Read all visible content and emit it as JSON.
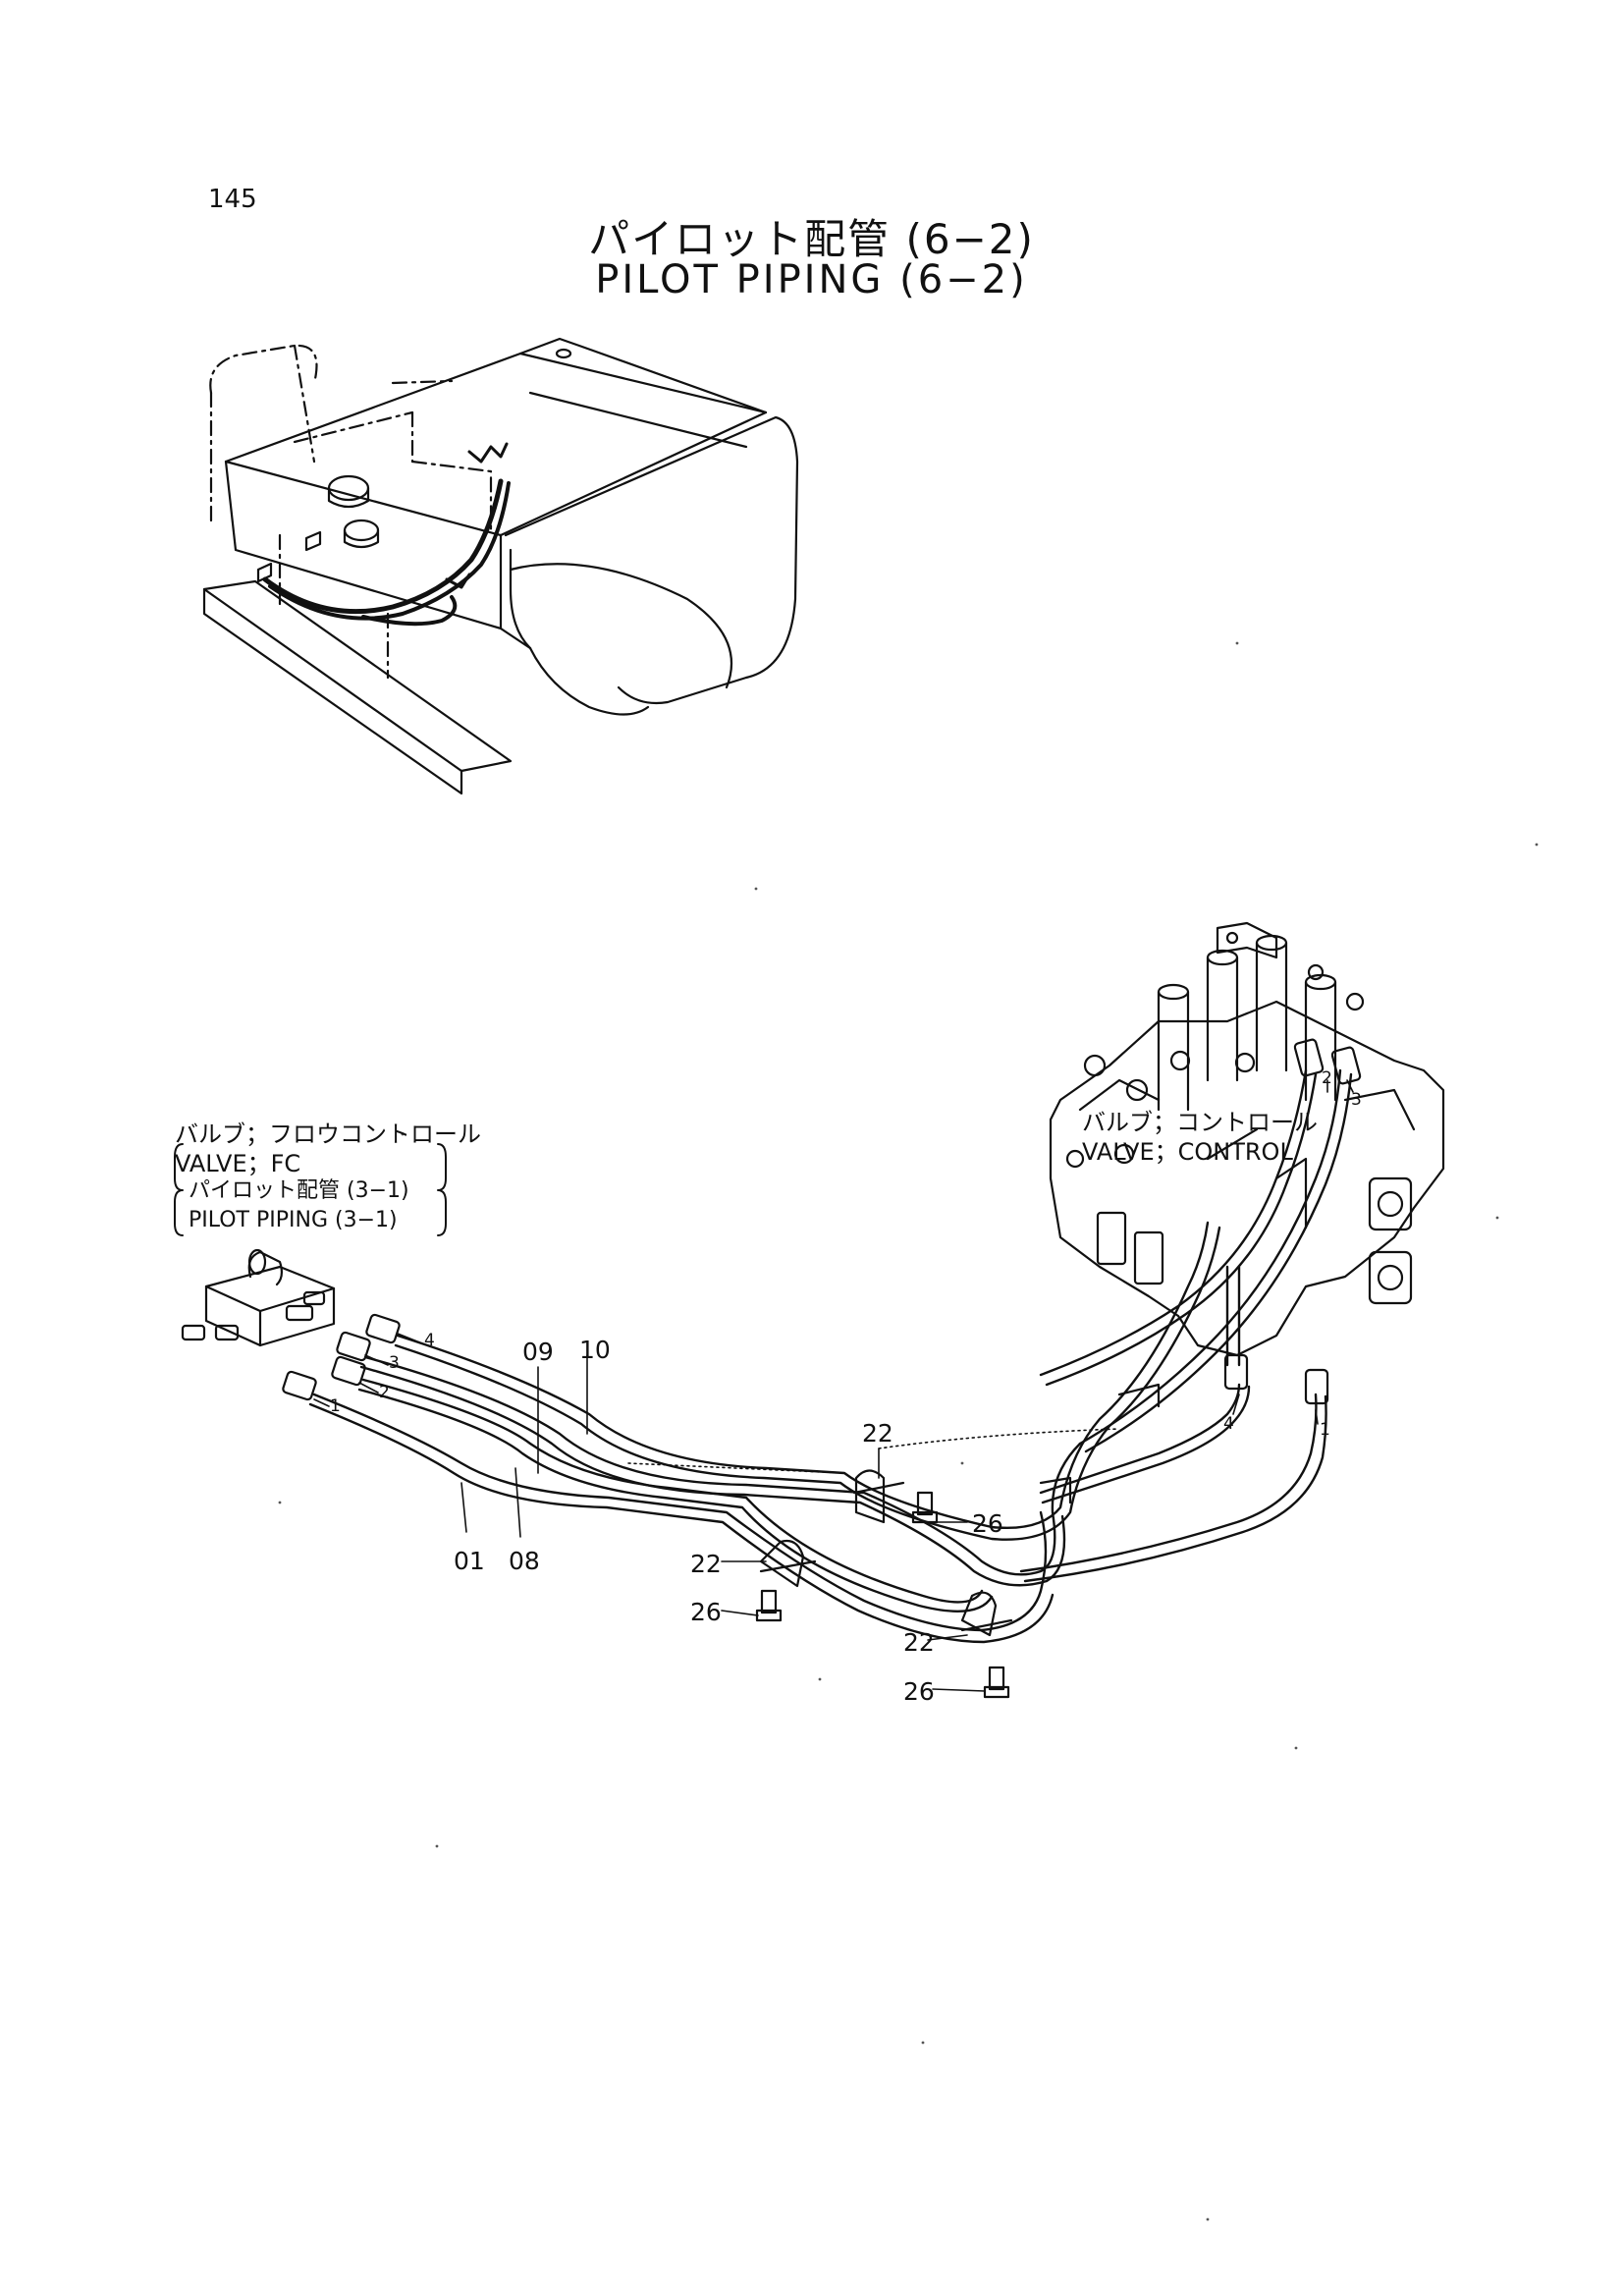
{
  "page": {
    "number": "145",
    "title_jp": "パイロット配管 (6−2)",
    "title_en": "PILOT PIPING (6−2)"
  },
  "labels": {
    "fc_valve_jp": "バルブ；フロウコントロール",
    "fc_valve_en": "VALVE；FC",
    "ref_piping_jp": "パイロット配管 (3−1)",
    "ref_piping_en": "PILOT PIPING (3−1)",
    "control_valve_jp": "バルブ；コントロール",
    "control_valve_en": "VALVE；CONTROL"
  },
  "part_numbers": {
    "p01": "01",
    "p08": "08",
    "p09": "09",
    "p10": "10",
    "p22a": "22",
    "p22b": "22",
    "p22c": "22",
    "p26a": "26",
    "p26b": "26",
    "p26c": "26"
  },
  "port_numbers": {
    "fc_1": "1",
    "fc_2": "2",
    "fc_3": "3",
    "fc_4": "4",
    "cv_1": "1",
    "cv_2": "2",
    "cv_3": "3",
    "cv_4": "4"
  }
}
